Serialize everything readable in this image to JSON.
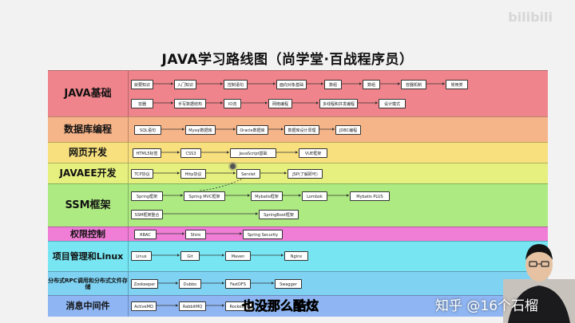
{
  "title": "JAVA学习路线图（尚学堂·百战程序员）",
  "watermark": "bilibili",
  "overlay": {
    "zhihu_text": "知乎 @16个石榴",
    "subtitle_text": "也没那么酷炫"
  },
  "bands": [
    {
      "label": "JAVA基础",
      "color": "#f0848c",
      "nodes": [
        "就要知识",
        "入门知识",
        "控制语句",
        "面向对象基础",
        "数组",
        "数组",
        "容器机制",
        "常用类",
        "容器",
        "手写数据结构",
        "IO流",
        "网络编程",
        "多线程和并发编程",
        "设计模式"
      ]
    },
    {
      "label": "数据库编程",
      "color": "#f6b489",
      "nodes": [
        "SQL语句",
        "Mysql数据库",
        "Oracle数据库",
        "数据库设计原理",
        "JDBC编程"
      ]
    },
    {
      "label": "网页开发",
      "color": "#f8e07e",
      "nodes": [
        "HTML5标签",
        "CSS3",
        "JavaScript基础",
        "VUE框架"
      ]
    },
    {
      "label": "JAVAEE开发",
      "color": "#e6f07e",
      "nodes": [
        "TCP协议",
        "Http协议",
        "Servlet",
        "JSP(了解即可)"
      ]
    },
    {
      "label": "SSM框架",
      "color": "#aeea82",
      "nodes": [
        "Spring框架",
        "Spring MVC框架",
        "Mybatis框架",
        "Lombok",
        "Mybatis PLUS",
        "SSM框架整合",
        "SpringBoot框架"
      ]
    },
    {
      "label": "权限控制",
      "color": "#f07ed6",
      "nodes": [
        "RBAC",
        "Shiro",
        "Spring Security"
      ]
    },
    {
      "label": "项目管理和Linux",
      "color": "#77e6f2",
      "nodes": [
        "Linux",
        "Git",
        "Maven",
        "Nginx"
      ]
    },
    {
      "label": "分布式RPC调用和分布式文件存储",
      "color": "#7fd2f2",
      "nodes": [
        "Zookeeper",
        "Dubbo",
        "FastDFS",
        "Swagger"
      ]
    },
    {
      "label": "消息中间件",
      "color": "#8fb6f2",
      "nodes": [
        "ActiveMQ",
        "RabbitMQ",
        "RocketMQ"
      ]
    }
  ]
}
